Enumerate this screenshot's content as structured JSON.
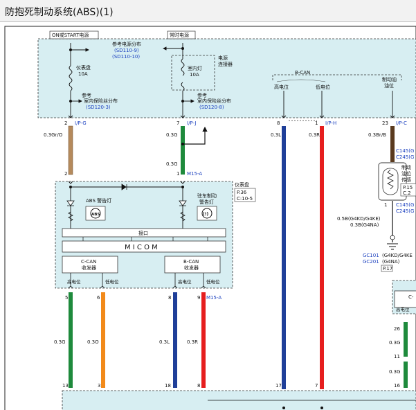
{
  "title": "防抱死制动系统(ABS)(1)",
  "power": {
    "on_start_label": "ON或START电源",
    "constant_label": "常时电源",
    "ref_power_dist": "参考电源分布",
    "ref_power_dist_code1": "(SD110-9)",
    "ref_power_dist_code2": "(SD110-10)",
    "fuse1_name": "仪表盘",
    "fuse1_amp": "10A",
    "fuse2_name": "室内灯",
    "fuse2_amp": "10A",
    "power_connector_line1": "电源",
    "power_connector_line2": "连接器",
    "ref_label": "参考",
    "ref_fuse_dist": "室内保险丝分布",
    "ref_fuse_code1": "(SD120-3)",
    "ref_fuse_code2": "(SD120-8)"
  },
  "bcan": {
    "label": "B-CAN",
    "high": "高电位",
    "low": "低电位"
  },
  "brake_fluid": {
    "line1": "制动油",
    "line2": "油位",
    "sensor_line1": "制动",
    "sensor_line2": "油位",
    "sensor_line3": "传感",
    "conn1": "C145(G",
    "conn2": "C245(G",
    "page1": "P.15",
    "page2": "C.2"
  },
  "ground": {
    "wire_line1": "0.5B(G4KD/G4KE)",
    "wire_line2": "0.3B(G4NA)",
    "gc1": "GC101",
    "gc1_suffix": "(G4KD/G4KE",
    "gc2": "GC201",
    "gc2_suffix": "(G4NA)",
    "page": "P.17"
  },
  "wires": {
    "w1_pin_top": "2",
    "w1_conn": "I/P-G",
    "w1_spec": "0.3Gr/O",
    "w1_pin_bottom": "2",
    "w2_pin_top": "7",
    "w2_conn": "I/P-J",
    "w2_spec_a": "0.3G",
    "w2_spec_b": "0.3G",
    "w2_pin_bottom": "1",
    "w2_conn_bottom": "M15-A",
    "w3_pin": "8",
    "w3_spec": "0.3L",
    "w4_pin": "1",
    "w4_conn": "I/P-H",
    "w4_spec": "0.3R",
    "w5_pin": "23",
    "w5_conn": "I/P-C",
    "w5_spec": "0.3Br/B",
    "w5_pin_bottom": "1"
  },
  "cluster": {
    "title": "仪表盘",
    "page": "P.36",
    "conn": "C:10-5",
    "abs_lamp": "ABS 警告灯",
    "abs_icon": "ABS",
    "park_lamp_line1": "驻车制动",
    "park_lamp_line2": "警告灯",
    "park_icon": "(!)",
    "interface": "接口",
    "micom": "M I C O M",
    "ccan_line1": "C-CAN",
    "ccan_line2": "收发器",
    "bcan_line1": "B-CAN",
    "bcan_line2": "收发器",
    "high": "高电位",
    "low": "低电位"
  },
  "lower_wires": [
    {
      "pin_top": "5",
      "spec": "0.3G",
      "pin_bottom": "13",
      "color": "#1e8a3c"
    },
    {
      "pin_top": "6",
      "spec": "0.3O",
      "pin_bottom": "3",
      "color": "#f28a1a"
    },
    {
      "pin_top": "8",
      "spec": "0.3L",
      "pin_bottom": "18",
      "color": "#1f3f99"
    },
    {
      "pin_top": "9",
      "spec": "0.3R",
      "pin_bottom": "8",
      "color": "#e61e1e",
      "conn": "M15-A"
    }
  ],
  "bus": {
    "w3_pin_bottom": "17",
    "w4_pin_bottom": "7",
    "right_pin_a": "26",
    "right_spec_a": "0.3G",
    "right_pin_b": "11",
    "right_spec_b": "0.3G",
    "right_pin_c": "16",
    "module_label": "C-",
    "module_high": "高电位"
  },
  "colors": {
    "panel_fill": "#d7eef2",
    "green": "#1e8a3c",
    "orange": "#f28a1a",
    "blue": "#1f3f99",
    "red": "#e61e1e",
    "brown": "#b58a5c",
    "darkbrown": "#5a3a1e"
  }
}
